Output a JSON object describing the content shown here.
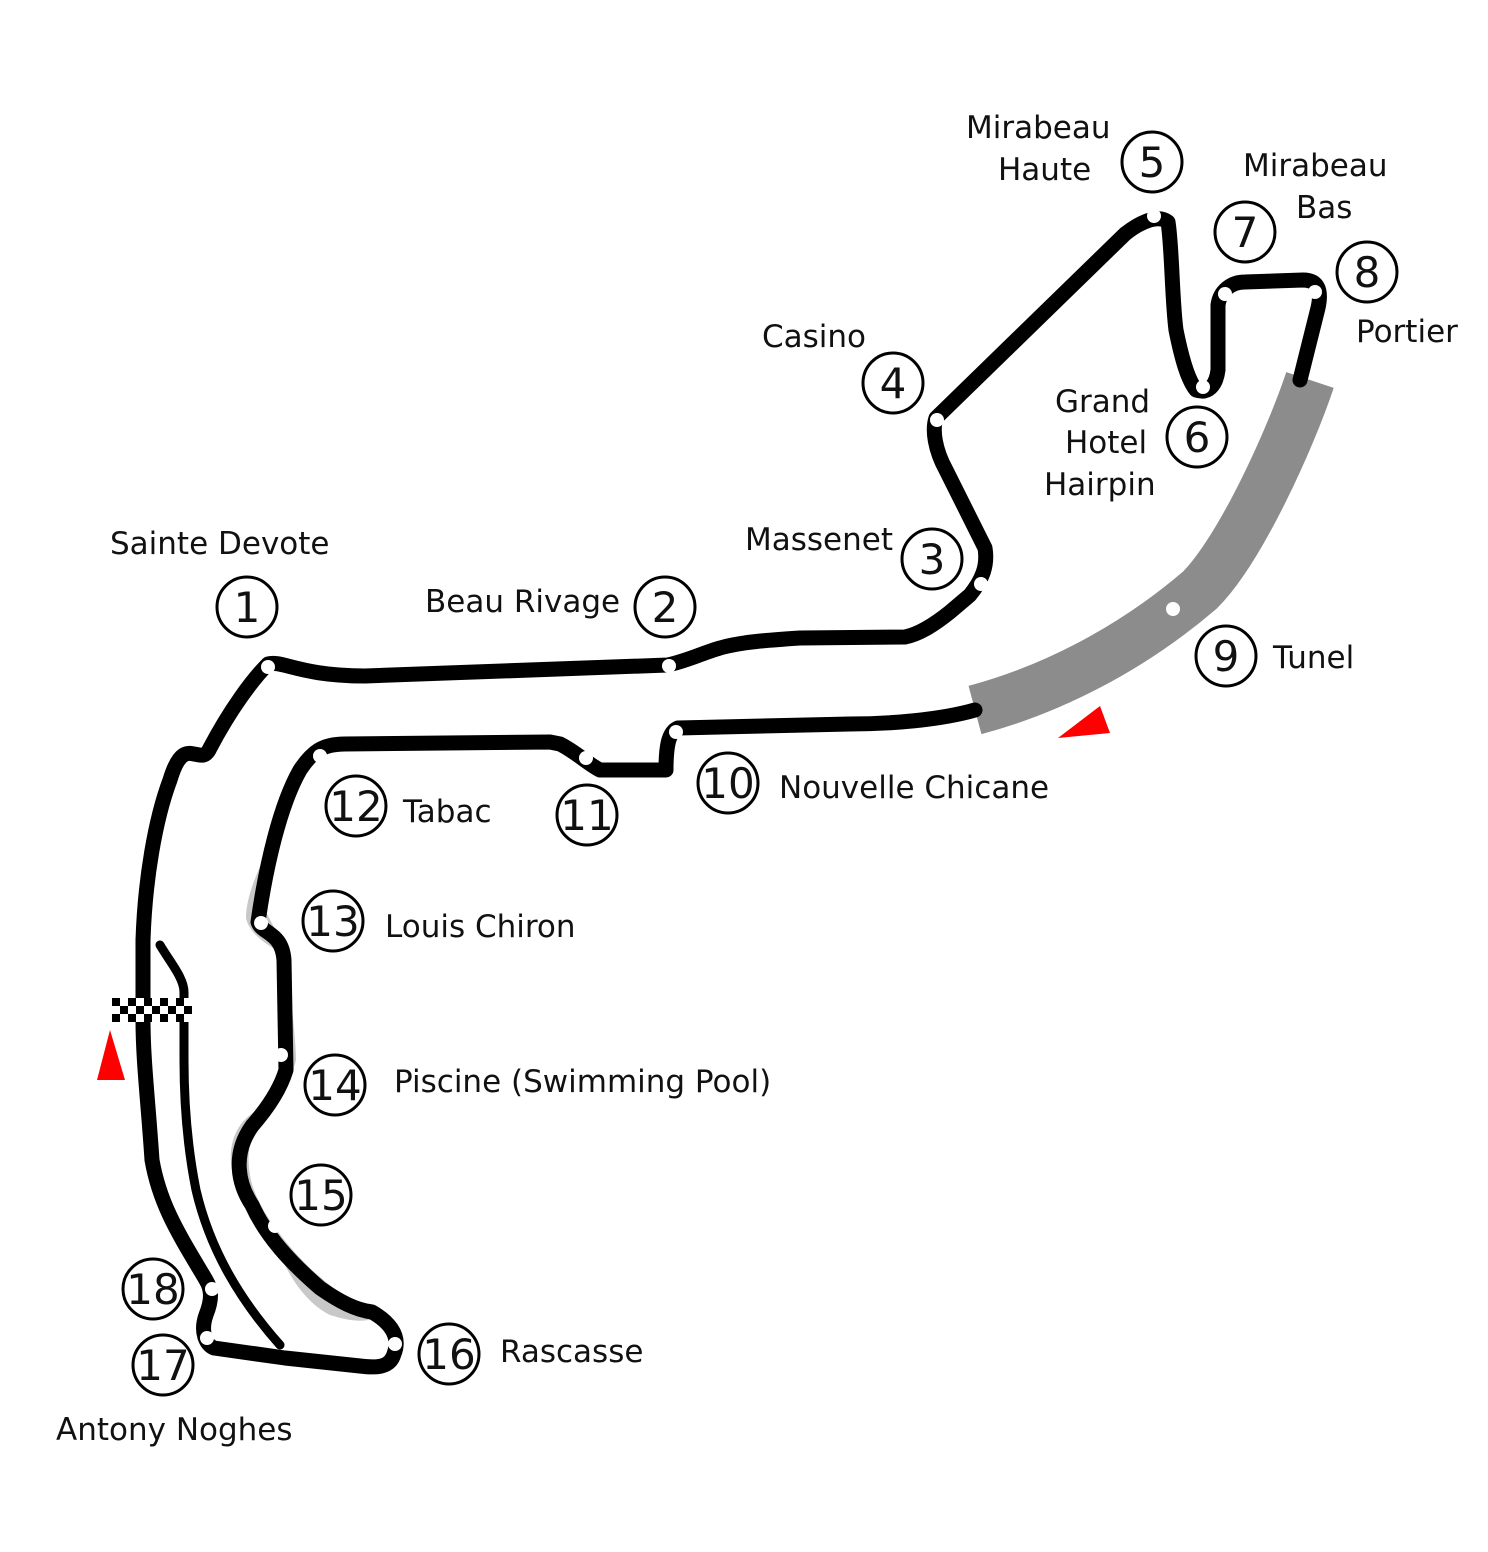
{
  "colors": {
    "track": "#000000",
    "tunnel": "#8c8c8c",
    "runoff": "#c8c8c8",
    "direction_arrow": "#ff0000",
    "corner_dot": "#ffffff"
  },
  "corners": [
    {
      "number": "1",
      "name": "Sainte Devote"
    },
    {
      "number": "2",
      "name": "Beau Rivage"
    },
    {
      "number": "3",
      "name": "Massenet"
    },
    {
      "number": "4",
      "name": "Casino"
    },
    {
      "number": "5",
      "name_lines": [
        "Mirabeau",
        "Haute"
      ]
    },
    {
      "number": "6",
      "name_lines": [
        "Grand",
        "Hotel",
        "Hairpin"
      ]
    },
    {
      "number": "7",
      "name_lines": [
        "Mirabeau",
        "Bas"
      ]
    },
    {
      "number": "8",
      "name": "Portier"
    },
    {
      "number": "9",
      "name": "Tunel"
    },
    {
      "number": "10",
      "name": "Nouvelle Chicane"
    },
    {
      "number": "11",
      "name": ""
    },
    {
      "number": "12",
      "name": "Tabac"
    },
    {
      "number": "13",
      "name": "Louis Chiron"
    },
    {
      "number": "14",
      "name": "Piscine (Swimming Pool)"
    },
    {
      "number": "15",
      "name": ""
    },
    {
      "number": "16",
      "name": "Rascasse"
    },
    {
      "number": "17",
      "name": "Antony Noghes"
    },
    {
      "number": "18",
      "name": ""
    }
  ],
  "features": {
    "start_finish": "checkered-flag",
    "tunnel_section": "Tunel",
    "direction_arrows": 2
  }
}
